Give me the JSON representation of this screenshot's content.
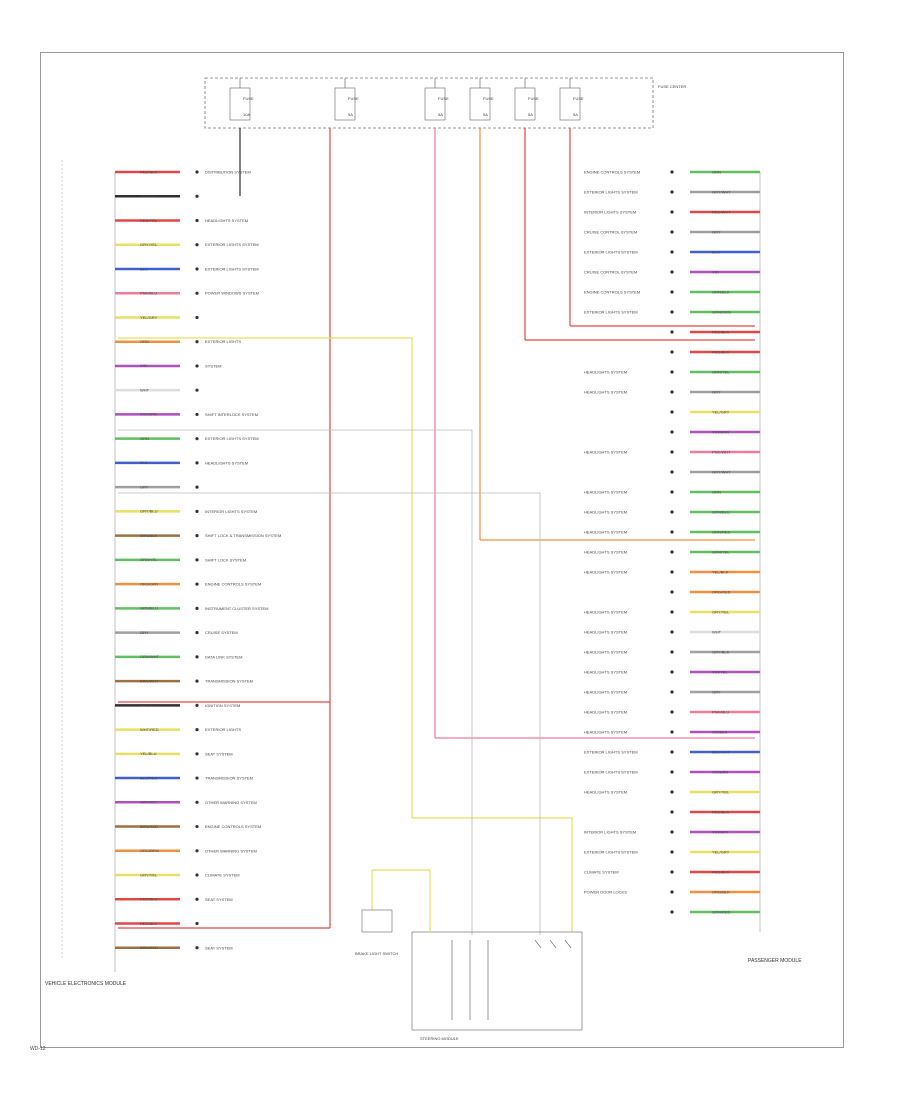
{
  "diagram": {
    "fuse_box_label": "FUSE CENTER",
    "left_module_name": "VEHICLE ELECTRONICS MODULE",
    "right_module_name": "PASSENGER MODULE",
    "bottom_module_name": "STEERING MODULE",
    "bottom_left_component": "BRAKE LIGHT SWITCH",
    "footer_code": "WD-12"
  },
  "colors": {
    "red": "#e04848",
    "pink": "#f07c9a",
    "orange": "#f09040",
    "yellow": "#e8e060",
    "green": "#60c060",
    "blue": "#4060d0",
    "violet": "#b050c0",
    "gray": "#a0a0a0",
    "black": "#303030",
    "brown": "#a07040",
    "white": "#dddddd"
  },
  "left_pins": [
    {
      "color": "red",
      "tag": "RED/BLK",
      "dest": "DISTRIBUTION SYSTEM"
    },
    {
      "color": "black",
      "tag": "BRN/WHT",
      "dest": ""
    },
    {
      "color": "red",
      "tag": "RED/YEL",
      "dest": "HEADLIGHTS SYSTEM"
    },
    {
      "color": "yellow",
      "tag": "GRY/YEL",
      "dest": "EXTERIOR LIGHTS SYSTEM"
    },
    {
      "color": "blue",
      "tag": "BLU",
      "dest": "EXTERIOR LIGHTS SYSTEM"
    },
    {
      "color": "pink",
      "tag": "PNK/BLU",
      "dest": "POWER WINDOWS SYSTEM"
    },
    {
      "color": "yellow",
      "tag": "YEL/GRY",
      "dest": ""
    },
    {
      "color": "orange",
      "tag": "ORG",
      "dest": "EXTERIOR LIGHTS"
    },
    {
      "color": "violet",
      "tag": "VIO",
      "dest": "SYSTEM"
    },
    {
      "color": "white",
      "tag": "WHT",
      "dest": ""
    },
    {
      "color": "violet",
      "tag": "VIO/GRN",
      "dest": "SHIFT INTERLOCK SYSTEM"
    },
    {
      "color": "green",
      "tag": "GRN",
      "dest": "EXTERIOR LIGHTS SYSTEM"
    },
    {
      "color": "blue",
      "tag": "BLK",
      "dest": "HEADLIGHTS SYSTEM"
    },
    {
      "color": "gray",
      "tag": "GRY",
      "dest": ""
    },
    {
      "color": "yellow",
      "tag": "GRY/BLU",
      "dest": "INTERIOR LIGHTS SYSTEM"
    },
    {
      "color": "brown",
      "tag": "BRN/BLK",
      "dest": "SHIFT LOCK & TRANSMISSION SYSTEM"
    },
    {
      "color": "green",
      "tag": "GRN/YEL",
      "dest": "SHIFT LOCK SYSTEM"
    },
    {
      "color": "orange",
      "tag": "ORG/GRY",
      "dest": "ENGINE CONTROLS SYSTEM"
    },
    {
      "color": "green",
      "tag": "GRN/BLU",
      "dest": "INSTRUMENT CLUSTER SYSTEM"
    },
    {
      "color": "gray",
      "tag": "GRY",
      "dest": "CRUISE SYSTEM"
    },
    {
      "color": "green",
      "tag": "GRN/WHT",
      "dest": "DATA LINK SYSTEM"
    },
    {
      "color": "brown",
      "tag": "BRN/WHT",
      "dest": "TRANSMISSION SYSTEM"
    },
    {
      "color": "black",
      "tag": "BLK/WHT",
      "dest": "IGNITION SYSTEM"
    },
    {
      "color": "yellow",
      "tag": "WHT/RED",
      "dest": "EXTERIOR LIGHTS"
    },
    {
      "color": "yellow",
      "tag": "YEL/BLU",
      "dest": "SEAT SYSTEM"
    },
    {
      "color": "blue",
      "tag": "BLU/RED",
      "dest": "TRANSMISSION SYSTEM"
    },
    {
      "color": "violet",
      "tag": "GRY/VIO",
      "dest": "OTHER WARNING SYSTEM"
    },
    {
      "color": "brown",
      "tag": "BRN/RED",
      "dest": "ENGINE CONTROLS SYSTEM"
    },
    {
      "color": "orange",
      "tag": "ORG/BRN",
      "dest": "OTHER WARNING SYSTEM"
    },
    {
      "color": "yellow",
      "tag": "GRY/YEL",
      "dest": "CLIMATE SYSTEM"
    },
    {
      "color": "red",
      "tag": "RED/BLU",
      "dest": "SEAT SYSTEM"
    },
    {
      "color": "red",
      "tag": "RED/BLK",
      "dest": ""
    },
    {
      "color": "brown",
      "tag": "BRN/RED",
      "dest": "SEAT SYSTEM"
    }
  ],
  "right_pins": [
    {
      "color": "green",
      "tag": "GRN",
      "dest": "ENGINE CONTROLS SYSTEM"
    },
    {
      "color": "gray",
      "tag": "GRY/WHT",
      "dest": "EXTERIOR LIGHTS SYSTEM"
    },
    {
      "color": "red",
      "tag": "RED/WHT",
      "dest": "INTERIOR LIGHTS SYSTEM"
    },
    {
      "color": "gray",
      "tag": "GRY",
      "dest": "CRUISE CONTROL SYSTEM"
    },
    {
      "color": "blue",
      "tag": "BLU",
      "dest": "EXTERIOR LIGHTS SYSTEM"
    },
    {
      "color": "violet",
      "tag": "VIO",
      "dest": "CRUISE CONTROL SYSTEM"
    },
    {
      "color": "green",
      "tag": "GRN/BLK",
      "dest": "ENGINE CONTROLS SYSTEM"
    },
    {
      "color": "green",
      "tag": "GRN/ORG",
      "dest": "EXTERIOR LIGHTS SYSTEM"
    },
    {
      "color": "red",
      "tag": "RED/BLK",
      "dest": ""
    },
    {
      "color": "red",
      "tag": "RED/BLK",
      "dest": ""
    },
    {
      "color": "green",
      "tag": "GRN/YEL",
      "dest": "HEADLIGHTS SYSTEM"
    },
    {
      "color": "gray",
      "tag": "GRY",
      "dest": "HEADLIGHTS SYSTEM"
    },
    {
      "color": "yellow",
      "tag": "YEL/GRY",
      "dest": ""
    },
    {
      "color": "violet",
      "tag": "VIO/GRN",
      "dest": ""
    },
    {
      "color": "pink",
      "tag": "PNK/WHT",
      "dest": "HEADLIGHTS SYSTEM"
    },
    {
      "color": "gray",
      "tag": "GRY/WHT",
      "dest": ""
    },
    {
      "color": "green",
      "tag": "GRN",
      "dest": "HEADLIGHTS SYSTEM"
    },
    {
      "color": "green",
      "tag": "GRN/BLU",
      "dest": "HEADLIGHTS SYSTEM"
    },
    {
      "color": "green",
      "tag": "GRN/RED",
      "dest": "HEADLIGHTS SYSTEM"
    },
    {
      "color": "green",
      "tag": "GRN/YEL",
      "dest": "HEADLIGHTS SYSTEM"
    },
    {
      "color": "orange",
      "tag": "YEL/BLK",
      "dest": "HEADLIGHTS SYSTEM"
    },
    {
      "color": "orange",
      "tag": "ORG/RED",
      "dest": ""
    },
    {
      "color": "yellow",
      "tag": "GRY/YEL",
      "dest": "HEADLIGHTS SYSTEM"
    },
    {
      "color": "white",
      "tag": "WHT",
      "dest": "HEADLIGHTS SYSTEM"
    },
    {
      "color": "gray",
      "tag": "GRY/BLK",
      "dest": "HEADLIGHTS SYSTEM"
    },
    {
      "color": "violet",
      "tag": "VIO/YEL",
      "dest": "HEADLIGHTS SYSTEM"
    },
    {
      "color": "gray",
      "tag": "GRY",
      "dest": "HEADLIGHTS SYSTEM"
    },
    {
      "color": "pink",
      "tag": "PNK/BLU",
      "dest": "HEADLIGHTS SYSTEM"
    },
    {
      "color": "violet",
      "tag": "VIO/BLK",
      "dest": "HEADLIGHTS SYSTEM"
    },
    {
      "color": "blue",
      "tag": "BLU/WHT",
      "dest": "EXTERIOR LIGHTS SYSTEM"
    },
    {
      "color": "violet",
      "tag": "VIO/BRN",
      "dest": "EXTERIOR LIGHTS SYSTEM"
    },
    {
      "color": "yellow",
      "tag": "GRY/YEL",
      "dest": "HEADLIGHTS SYSTEM"
    },
    {
      "color": "red",
      "tag": "RED/BLK",
      "dest": ""
    },
    {
      "color": "violet",
      "tag": "VIO/GRY",
      "dest": "INTERIOR LIGHTS SYSTEM"
    },
    {
      "color": "yellow",
      "tag": "YEL/GRY",
      "dest": "EXTERIOR LIGHTS SYSTEM"
    },
    {
      "color": "red",
      "tag": "RED/BLK",
      "dest": "CLIMATE SYSTEM"
    },
    {
      "color": "orange",
      "tag": "ORG/BLK",
      "dest": "POWER DOOR LOCKS"
    },
    {
      "color": "green",
      "tag": "GRN/RED",
      "dest": ""
    }
  ],
  "fuses": [
    {
      "name": "FUSE",
      "rating": "10A"
    },
    {
      "name": "FUSE",
      "rating": "5A"
    },
    {
      "name": "FUSE",
      "rating": "5A"
    },
    {
      "name": "FUSE",
      "rating": "5A"
    },
    {
      "name": "FUSE",
      "rating": "5A"
    },
    {
      "name": "FUSE",
      "rating": "5A"
    }
  ]
}
